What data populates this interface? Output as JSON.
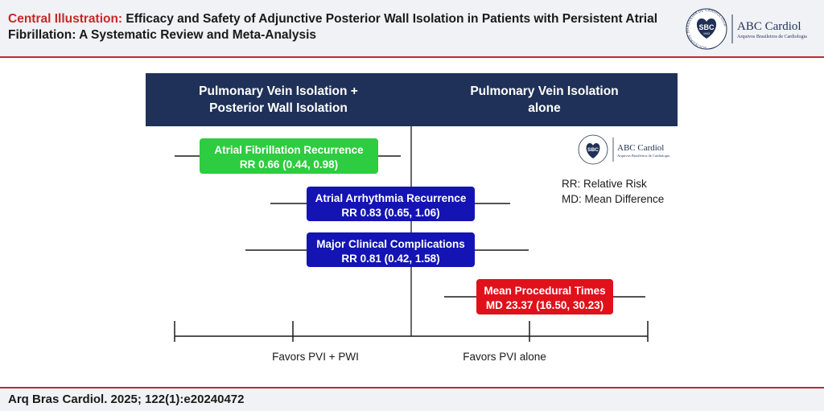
{
  "header": {
    "title_accent": "Central Illustration:",
    "title_rest": "Efficacy and Safety of Adjunctive Posterior Wall Isolation in Patients with Persistent Atrial Fibrillation: A Systematic Review and Meta-Analysis",
    "logo_text": "ABC Cardiol",
    "logo_subtext": "Arquivos Brasileiros de Cardiologia",
    "seal_text": "SBC",
    "seal_ring_text": "SOCIEDADE BRASILEIRA DE CARDIOLOGIA",
    "seal_year": "1943"
  },
  "banner": {
    "left_line1": "Pulmonary Vein Isolation +",
    "left_line2": "Posterior Wall Isolation",
    "right_line1": "Pulmonary Vein Isolation",
    "right_line2": "alone"
  },
  "legend": {
    "rr": "RR: Relative Risk",
    "md": "MD: Mean Difference"
  },
  "axis": {
    "left_label": "Favors PVI + PWI",
    "right_label": "Favors PVI alone"
  },
  "colors": {
    "navy": "#1f3158",
    "green": "#2ecc40",
    "blue": "#1414b4",
    "red": "#e0111a",
    "accent_red": "#c62828"
  },
  "chart_data": {
    "type": "forest",
    "outcomes": [
      {
        "label": "Atrial Fibrillation Recurrence",
        "stat": "RR 0.66 (0.44, 0.98)",
        "measure": "RR",
        "estimate": 0.66,
        "ci": [
          0.44,
          0.98
        ],
        "color": "green"
      },
      {
        "label": "Atrial Arrhythmia Recurrence",
        "stat": "RR 0.83 (0.65, 1.06)",
        "measure": "RR",
        "estimate": 0.83,
        "ci": [
          0.65,
          1.06
        ],
        "color": "blue"
      },
      {
        "label": "Major Clinical Complications",
        "stat": "RR 0.81 (0.42, 1.58)",
        "measure": "RR",
        "estimate": 0.81,
        "ci": [
          0.42,
          1.58
        ],
        "color": "blue"
      },
      {
        "label": "Mean Procedural Times",
        "stat": "MD 23.37 (16.50, 30.23)",
        "measure": "MD",
        "estimate": 23.37,
        "ci": [
          16.5,
          30.23
        ],
        "color": "red"
      }
    ]
  },
  "citation": "Arq Bras Cardiol. 2025; 122(1):e20240472"
}
